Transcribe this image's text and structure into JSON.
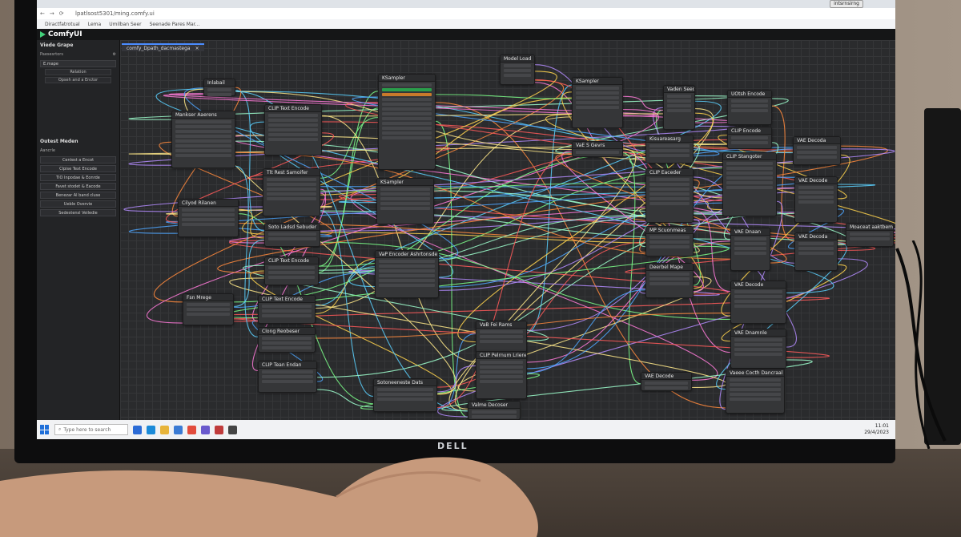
{
  "browser": {
    "url": "lpatlsost5301/ming.comfy.ui",
    "bookmarks": [
      "Diractfatrotual",
      "Lema",
      "Umilban Seer",
      "Seenade Pares Mar..."
    ],
    "profile_button": "intsrnsirng"
  },
  "app": {
    "name": "ComfyUI",
    "accent": "#42d07a"
  },
  "workflow_tab": {
    "label": "comfy_Dpath_dacmastega",
    "close": "×"
  },
  "sidebar": {
    "header": "Viede Grape",
    "section_label": "Paesesrtors",
    "select_value": "E.mape",
    "buttons": [
      "Relation",
      "Opseh and a Enctor"
    ],
    "outputs_header": "Outest Meden",
    "outputs_label": "Aancrle",
    "items": [
      "Cenlest a Encot",
      "Clpise Text Encode",
      "TiO Inpodae & Eonrde",
      "Favet stodet & Eacode",
      "Benezar Al band cluse",
      "Ueble Overvie",
      "Sedestensl Veiledie"
    ]
  },
  "nodes": [
    {
      "id": "n1",
      "title": "Inlabail"
    },
    {
      "id": "n2",
      "title": "Mankser Aaerens"
    },
    {
      "id": "n3",
      "title": "CLIP Text Encode"
    },
    {
      "id": "n4",
      "title": "KSampler"
    },
    {
      "id": "n5",
      "title": "Model Load"
    },
    {
      "id": "n6",
      "title": "KSampler"
    },
    {
      "id": "n7",
      "title": "Vaden Seed"
    },
    {
      "id": "n8",
      "title": "UOtsh Encode"
    },
    {
      "id": "n9",
      "title": "CLIP Encode"
    },
    {
      "id": "n10",
      "title": "Cilyod Rilanen"
    },
    {
      "id": "n11",
      "title": "KSampler"
    },
    {
      "id": "n12",
      "title": "VaE S Gevrs"
    },
    {
      "id": "n13",
      "title": "Kisuareasarg"
    },
    {
      "id": "n14",
      "title": "VAE Decoda"
    },
    {
      "id": "n15",
      "title": "CLIP Stangoter"
    },
    {
      "id": "n16",
      "title": "VAE Decode"
    },
    {
      "id": "n17",
      "title": "CLIP Eaceder"
    },
    {
      "id": "n18",
      "title": "Tlt Rest Samoifer"
    },
    {
      "id": "n19",
      "title": "Soto Ladsd Sebuder"
    },
    {
      "id": "n20",
      "title": "MP Scuonmeas"
    },
    {
      "id": "n21",
      "title": "VAE Decoda"
    },
    {
      "id": "n22",
      "title": "VAE Dnaan"
    },
    {
      "id": "n23",
      "title": "Moaceat aaktbemud"
    },
    {
      "id": "n24",
      "title": "CLIP Text Encode"
    },
    {
      "id": "n25",
      "title": "VaP Encoder Ashrtonsde"
    },
    {
      "id": "n26",
      "title": "Deerbel Mape"
    },
    {
      "id": "n27",
      "title": "VAE Decode"
    },
    {
      "id": "n28",
      "title": "Fsn Mrege"
    },
    {
      "id": "n29",
      "title": "CLIP Text Encode"
    },
    {
      "id": "n30",
      "title": "Clong Reobeser"
    },
    {
      "id": "n31",
      "title": "VaB Fei Rams"
    },
    {
      "id": "n32",
      "title": "VAE Dnamnle"
    },
    {
      "id": "n33",
      "title": "CLIP Tean Endan"
    },
    {
      "id": "n34",
      "title": "CLIP Pelrnum Lriene"
    },
    {
      "id": "n35",
      "title": "VAE Decode"
    },
    {
      "id": "n36",
      "title": "Vaeee Cocth Dancraal"
    },
    {
      "id": "n37",
      "title": "Sotoneeneste Dats"
    },
    {
      "id": "n38",
      "title": "Valme Decoser"
    }
  ],
  "taskbar": {
    "search_placeholder": "Type here to search",
    "time": "11:01",
    "date": "29/4/2023"
  },
  "monitor": {
    "brand": "DELL"
  }
}
